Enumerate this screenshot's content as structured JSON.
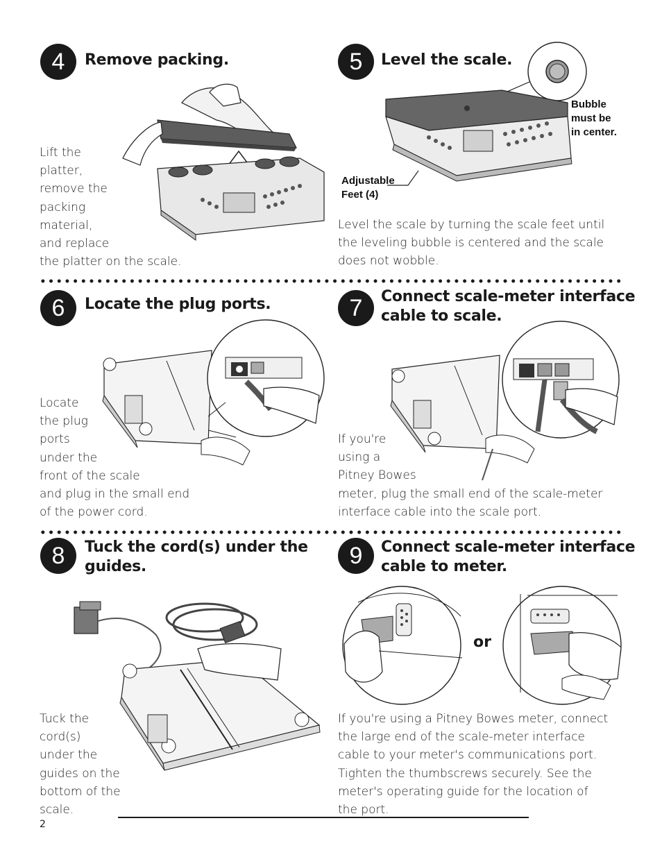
{
  "steps": {
    "s4": {
      "number": "4",
      "title": "Remove packing.",
      "text": "Lift the\nplatter,\nremove the\npacking\nmaterial,\nand replace\nthe platter on the scale."
    },
    "s5": {
      "number": "5",
      "title": "Level the scale.",
      "callout_bubble": "Bubble\nmust be\nin center.",
      "callout_feet": "Adjustable\nFeet (4)",
      "text": "Level the scale by turning the scale feet until\nthe leveling bubble is centered and the scale\ndoes not wobble."
    },
    "s6": {
      "number": "6",
      "title": "Locate the plug ports.",
      "text": "Locate\nthe plug\nports\nunder the\nfront of the scale\nand plug in the small end\nof the power cord."
    },
    "s7": {
      "number": "7",
      "title": "Connect scale-meter interface\ncable to scale.",
      "text": "If you're\nusing a\nPitney Bowes\nmeter, plug the small end of the scale-meter\ninterface cable into the scale port."
    },
    "s8": {
      "number": "8",
      "title": "Tuck the cord(s) under the\nguides.",
      "text": "Tuck the\ncord(s)\nunder the\nguides on the\nbottom of the\nscale."
    },
    "s9": {
      "number": "9",
      "title": "Connect scale-meter interface\ncable to meter.",
      "or_label": "or",
      "text": "If you're using a Pitney Bowes meter, connect\nthe large end of the scale-meter interface\ncable to your meter's communications port.\nTighten the thumbscrews securely. See the\nmeter's operating guide for the location of\nthe port."
    }
  },
  "footer": {
    "page_number": "2"
  }
}
